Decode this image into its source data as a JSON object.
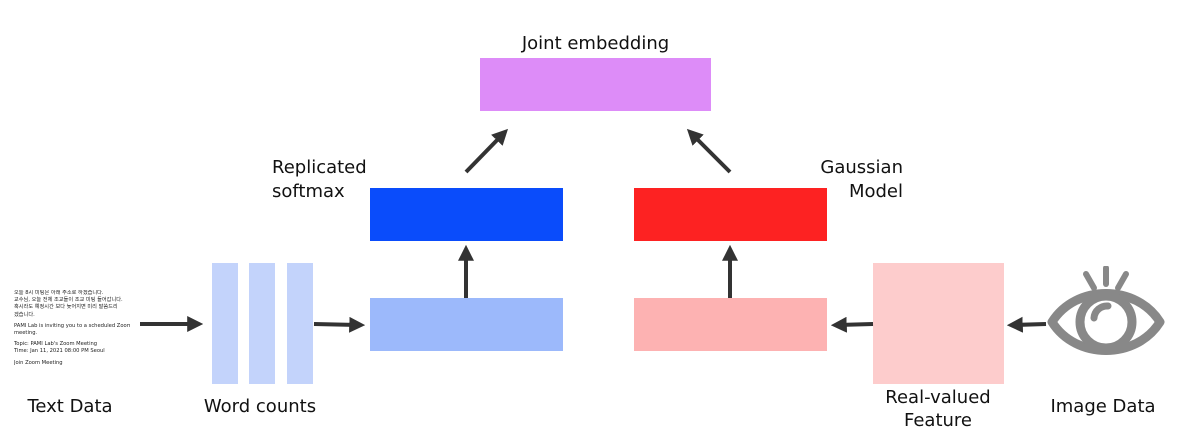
{
  "labels": {
    "joint_embedding": "Joint embedding",
    "replicated_softmax_line1": "Replicated",
    "replicated_softmax_line2": "softmax",
    "gaussian_model_line1": "Gaussian",
    "gaussian_model_line2": "Model",
    "text_data": "Text Data",
    "word_counts": "Word counts",
    "real_valued_feature_line1": "Real-valued",
    "real_valued_feature_line2": "Feature",
    "image_data": "Image Data"
  },
  "text_document": {
    "lines_korean": [
      "오늘 8시 미팅은 아래 주소로 하겠습니다.",
      "교수님, 오늘 전체 조교들이 조교 미팅 들어갑니다.",
      "혹시라도 예정시간 보다 늦어지면 미리 말씀드리",
      "겠습니다."
    ],
    "lines_english": [
      "PAMI Lab is inviting you to a scheduled Zoom",
      "meeting.",
      "Topic: PAMI Lab's Zoom Meeting",
      "Time: Jan 11, 2021 08:00 PM Seoul",
      "Join Zoom Meeting"
    ]
  },
  "colors": {
    "joint_embedding": "#dd8cf8",
    "softmax_top": "#0a4cfb",
    "softmax_bottom": "#9cb9fb",
    "word_counts": "#c3d3fb",
    "gaussian_top": "#fd2222",
    "gaussian_bottom": "#fdb2b2",
    "feature": "#fdcccc",
    "arrow": "#333333",
    "eye": "#888888"
  }
}
